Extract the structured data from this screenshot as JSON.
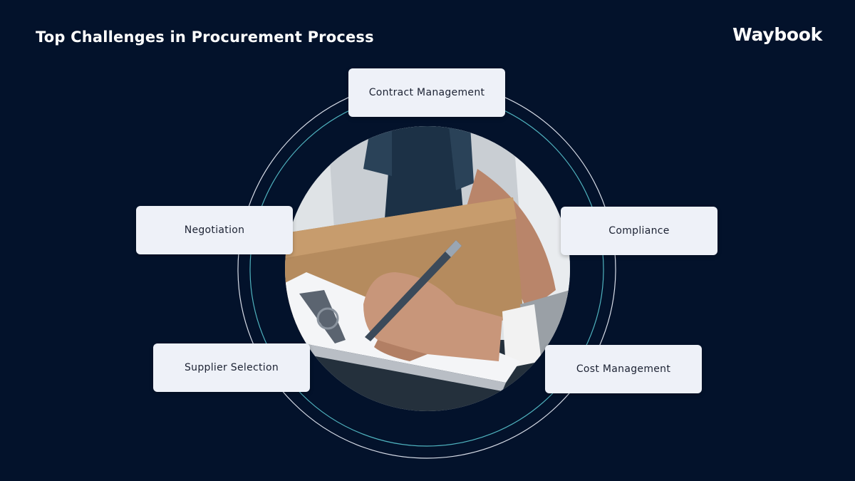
{
  "title": "Top Challenges in Procurement Process",
  "logo": "Waybook",
  "colors": {
    "background": "#03122b",
    "node_fill": "#eef1f8",
    "node_text": "#1c2233",
    "outer_ring": "#d8dde8",
    "inner_ring": "#4fb3bf"
  },
  "center_image": "photo of hand writing on clipboard in front of cardboard box",
  "nodes": {
    "contract": "Contract Management",
    "negotiation": "Negotiation",
    "compliance": "Compliance",
    "supplier": "Supplier Selection",
    "cost": "Cost Management"
  }
}
